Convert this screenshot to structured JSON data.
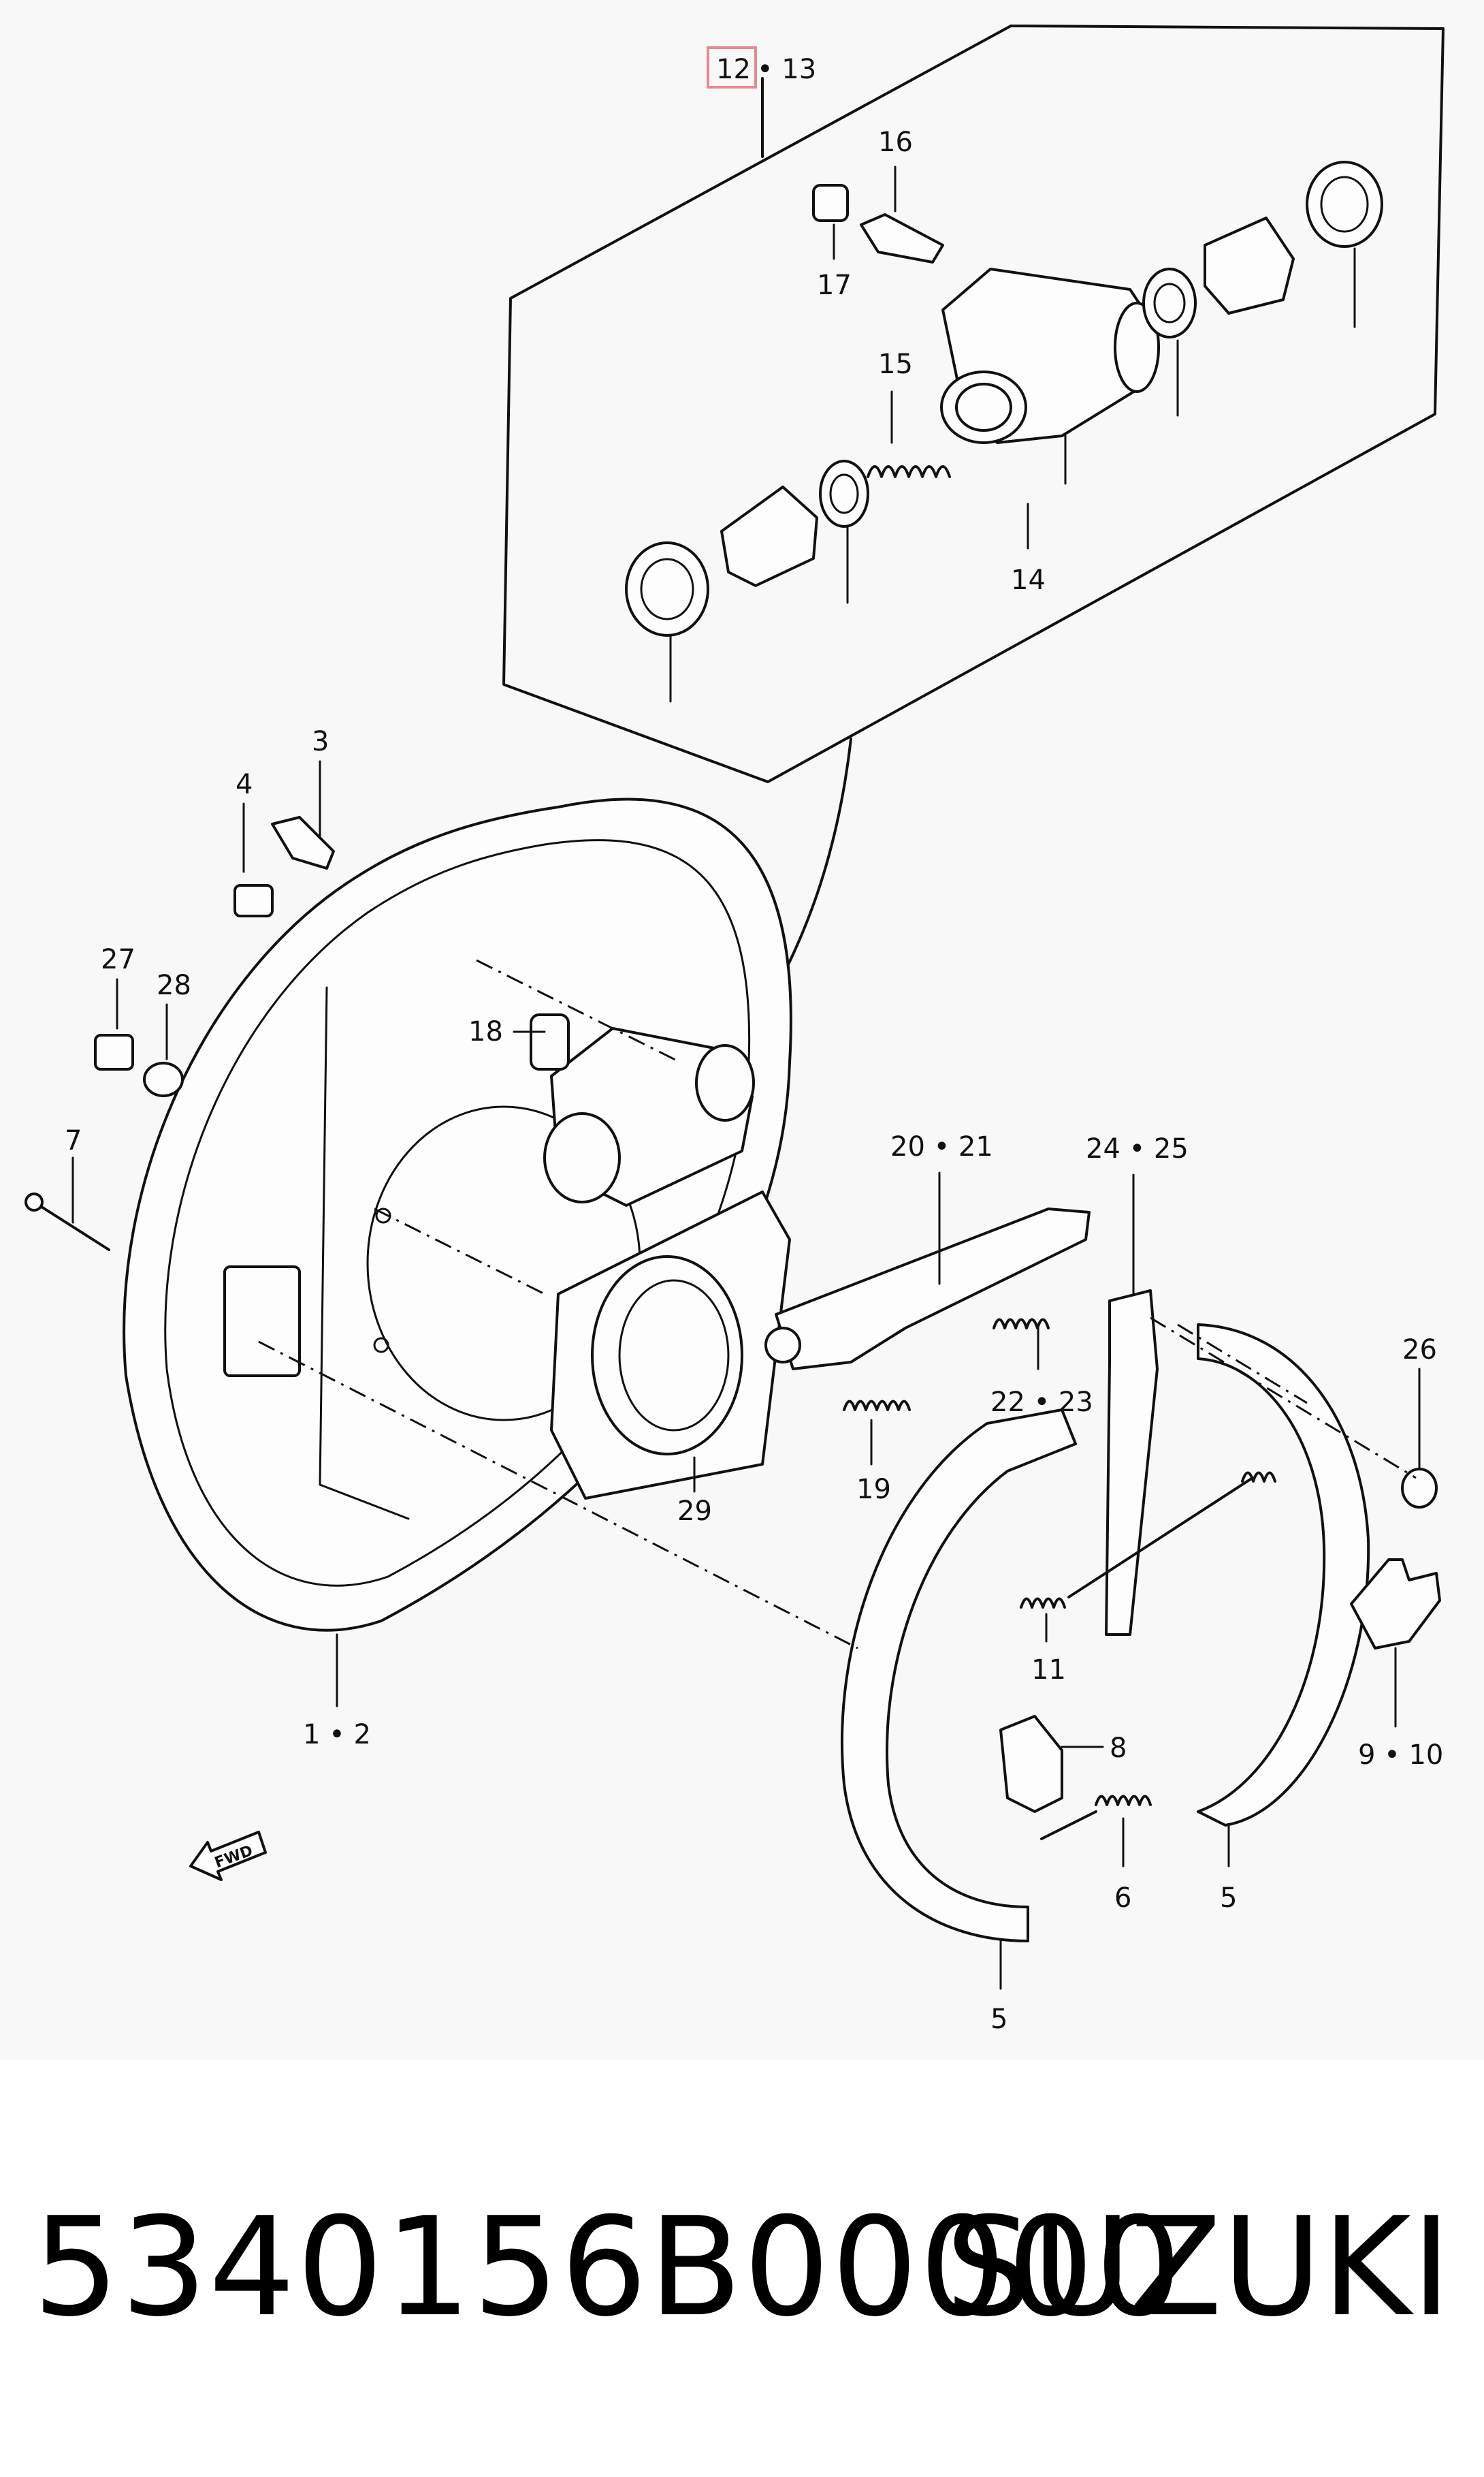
{
  "diagram": {
    "callouts": {
      "c12": "12",
      "c13": "• 13",
      "c16": "16",
      "c17": "17",
      "c15": "15",
      "c14": "14",
      "c3": "3",
      "c4": "4",
      "c27": "27",
      "c28": "28",
      "c7": "7",
      "c18": "18",
      "c20_21": "20 • 21",
      "c24_25": "24 • 25",
      "c26": "26",
      "c22_23": "22 • 23",
      "c19": "19",
      "c29": "29",
      "c11": "11",
      "c8": "8",
      "c9_10": "9 • 10",
      "c6": "6",
      "c5a": "5",
      "c5b": "5",
      "c1_2": "1 • 2"
    },
    "fwd_label": "FWD",
    "highlight_color": "#e8888f"
  },
  "footer": {
    "part_number": "5340156B00000",
    "brand": "SUZUKI"
  }
}
